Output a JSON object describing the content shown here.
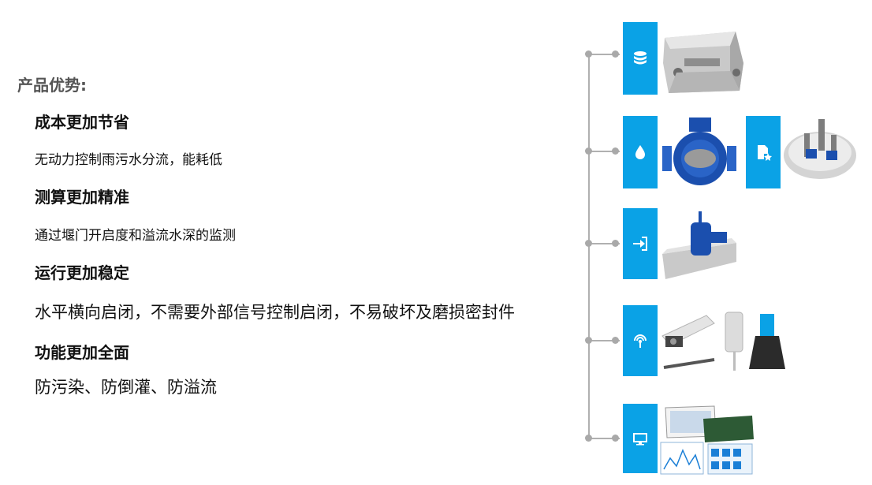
{
  "heading": "产品优势:",
  "advantages": [
    {
      "title": "成本更加节省",
      "desc": "无动力控制雨污水分流，能耗低"
    },
    {
      "title": "测算更加精准",
      "desc": "通过堰门开启度和溢流水深的监测"
    },
    {
      "title": "运行更加稳定",
      "desc": "水平横向启闭，不需要外部信号控制启闭，不易破坏及磨损密封件"
    },
    {
      "title": "功能更加全面",
      "desc": "防污染、防倒灌、防溢流"
    }
  ],
  "timeline_icons": [
    "database-icon",
    "water-drop-icon",
    "document-star-icon",
    "login-arrow-icon",
    "sensor-signal-icon",
    "monitor-icon"
  ],
  "colors": {
    "accent": "#0aa2e6",
    "heading": "#555555",
    "line": "#b0b0b0",
    "equipment_blue": "#1b4fae"
  }
}
